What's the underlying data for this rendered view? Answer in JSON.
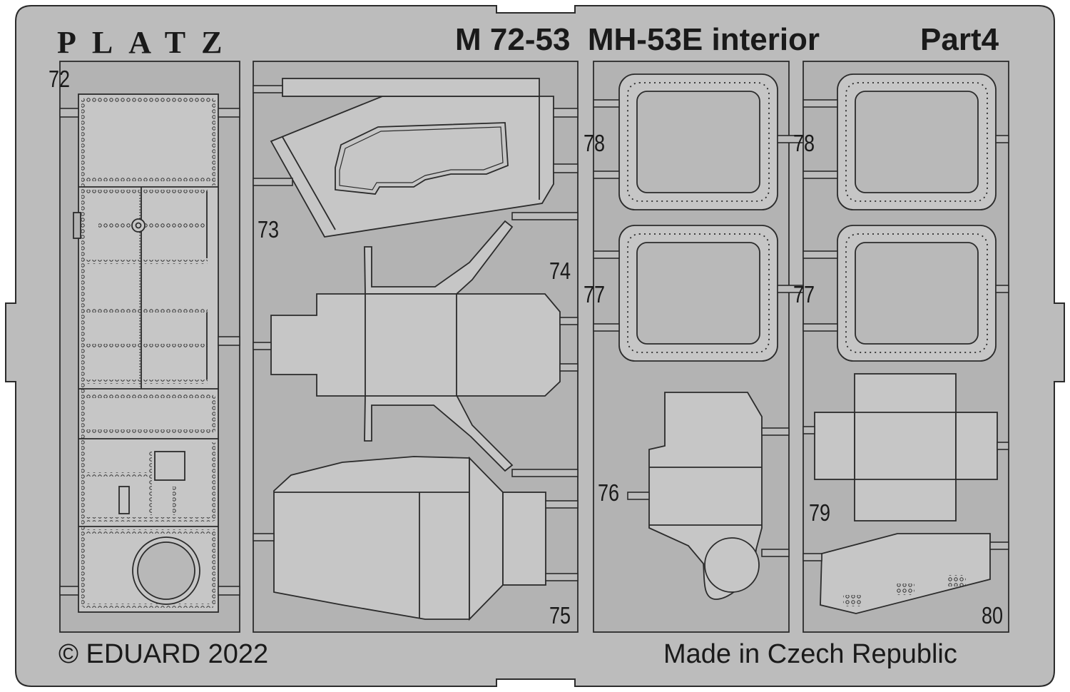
{
  "header": {
    "brand": "PLATZ",
    "set_code": "M 72-53",
    "title": "MH-53E interior",
    "part": "Part4"
  },
  "footer": {
    "copyright": "© EDUARD 2022",
    "origin": "Made in Czech Republic"
  },
  "part_numbers": [
    "72",
    "73",
    "74",
    "75",
    "76",
    "77",
    "77",
    "78",
    "78",
    "79",
    "80"
  ],
  "colors": {
    "fret": "#bcbcbc",
    "part": "#c4c4c4",
    "outline": "#2b2b2b",
    "background": "#ffffff"
  }
}
